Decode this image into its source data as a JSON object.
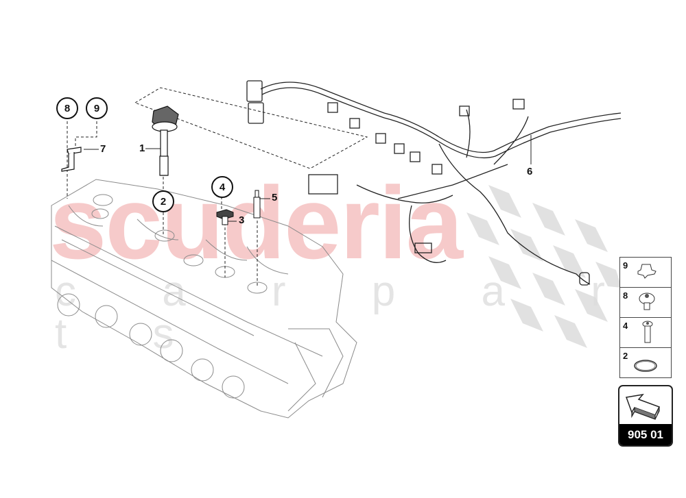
{
  "watermark": {
    "brand": "scuderia",
    "subtitle": "c a r p a r t s"
  },
  "callouts": [
    {
      "id": "8",
      "label": "8"
    },
    {
      "id": "9",
      "label": "9"
    },
    {
      "id": "2",
      "label": "2"
    },
    {
      "id": "4",
      "label": "4"
    }
  ],
  "leaders": [
    {
      "id": "1",
      "label": "1"
    },
    {
      "id": "3",
      "label": "3"
    },
    {
      "id": "5",
      "label": "5"
    },
    {
      "id": "6",
      "label": "6"
    },
    {
      "id": "7",
      "label": "7"
    }
  ],
  "parts": {
    "1": "ignition coil",
    "2": "seal ring",
    "3": "sensor",
    "4": "screw",
    "5": "spark plug",
    "6": "wiring harness",
    "7": "bracket",
    "8": "nut",
    "9": "clip"
  },
  "legend": {
    "rows": [
      {
        "number": "9",
        "icon": "clip-fastener-icon"
      },
      {
        "number": "8",
        "icon": "nut-icon"
      },
      {
        "number": "4",
        "icon": "screw-icon"
      },
      {
        "number": "2",
        "icon": "o-ring-icon"
      }
    ]
  },
  "badge": {
    "number": "905 01",
    "icon": "arrow-nav-icon"
  },
  "colors": {
    "watermark_red": "#f6caca",
    "watermark_grey": "#e4e4e4",
    "checker_grey": "#dcdcdc",
    "line": "#111111"
  }
}
